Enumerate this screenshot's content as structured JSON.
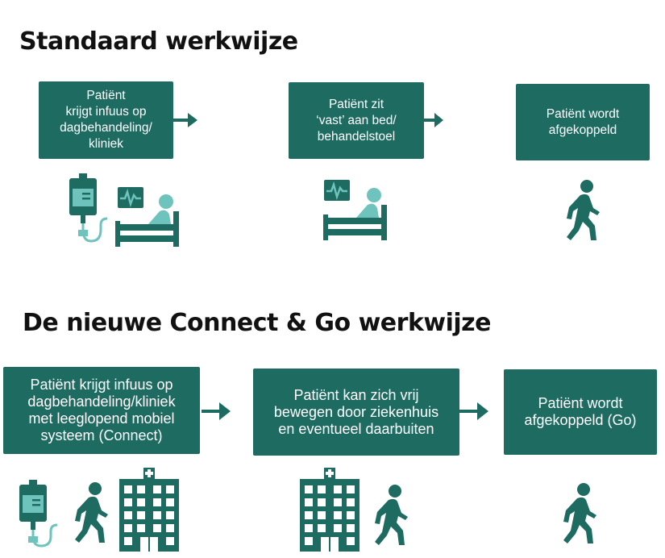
{
  "sections": {
    "standard": {
      "title": "Standaard werkwijze",
      "steps": [
        {
          "text": "Patiënt\nkrijgt infuus op\ndagbehandeling/\nkliniek"
        },
        {
          "text": "Patiënt zit\n‘vast’ aan bed/\nbehandelstoel"
        },
        {
          "text": "Patiënt wordt\nafgekoppeld"
        }
      ]
    },
    "connect_go": {
      "title": "De nieuwe Connect & Go werkwijze",
      "steps": [
        {
          "text": "Patiënt krijgt infuus op\ndagbehandeling/kliniek\nmet leeglopend mobiel\nsysteem (Connect)"
        },
        {
          "text": "Patiënt kan zich vrij\nbewegen door ziekenhuis\nen eventueel daarbuiten"
        },
        {
          "text": "Patiënt wordt\nafgekoppeld (Go)"
        }
      ]
    }
  },
  "colors": {
    "primary": "#1e6b62",
    "accent": "#6ec3bd",
    "background": "#ffffff",
    "heading": "#111111"
  },
  "icons": [
    "iv-bag-icon",
    "heart-monitor-icon",
    "patient-in-bed-icon",
    "walking-person-icon",
    "hospital-building-icon",
    "arrow-right-icon"
  ]
}
